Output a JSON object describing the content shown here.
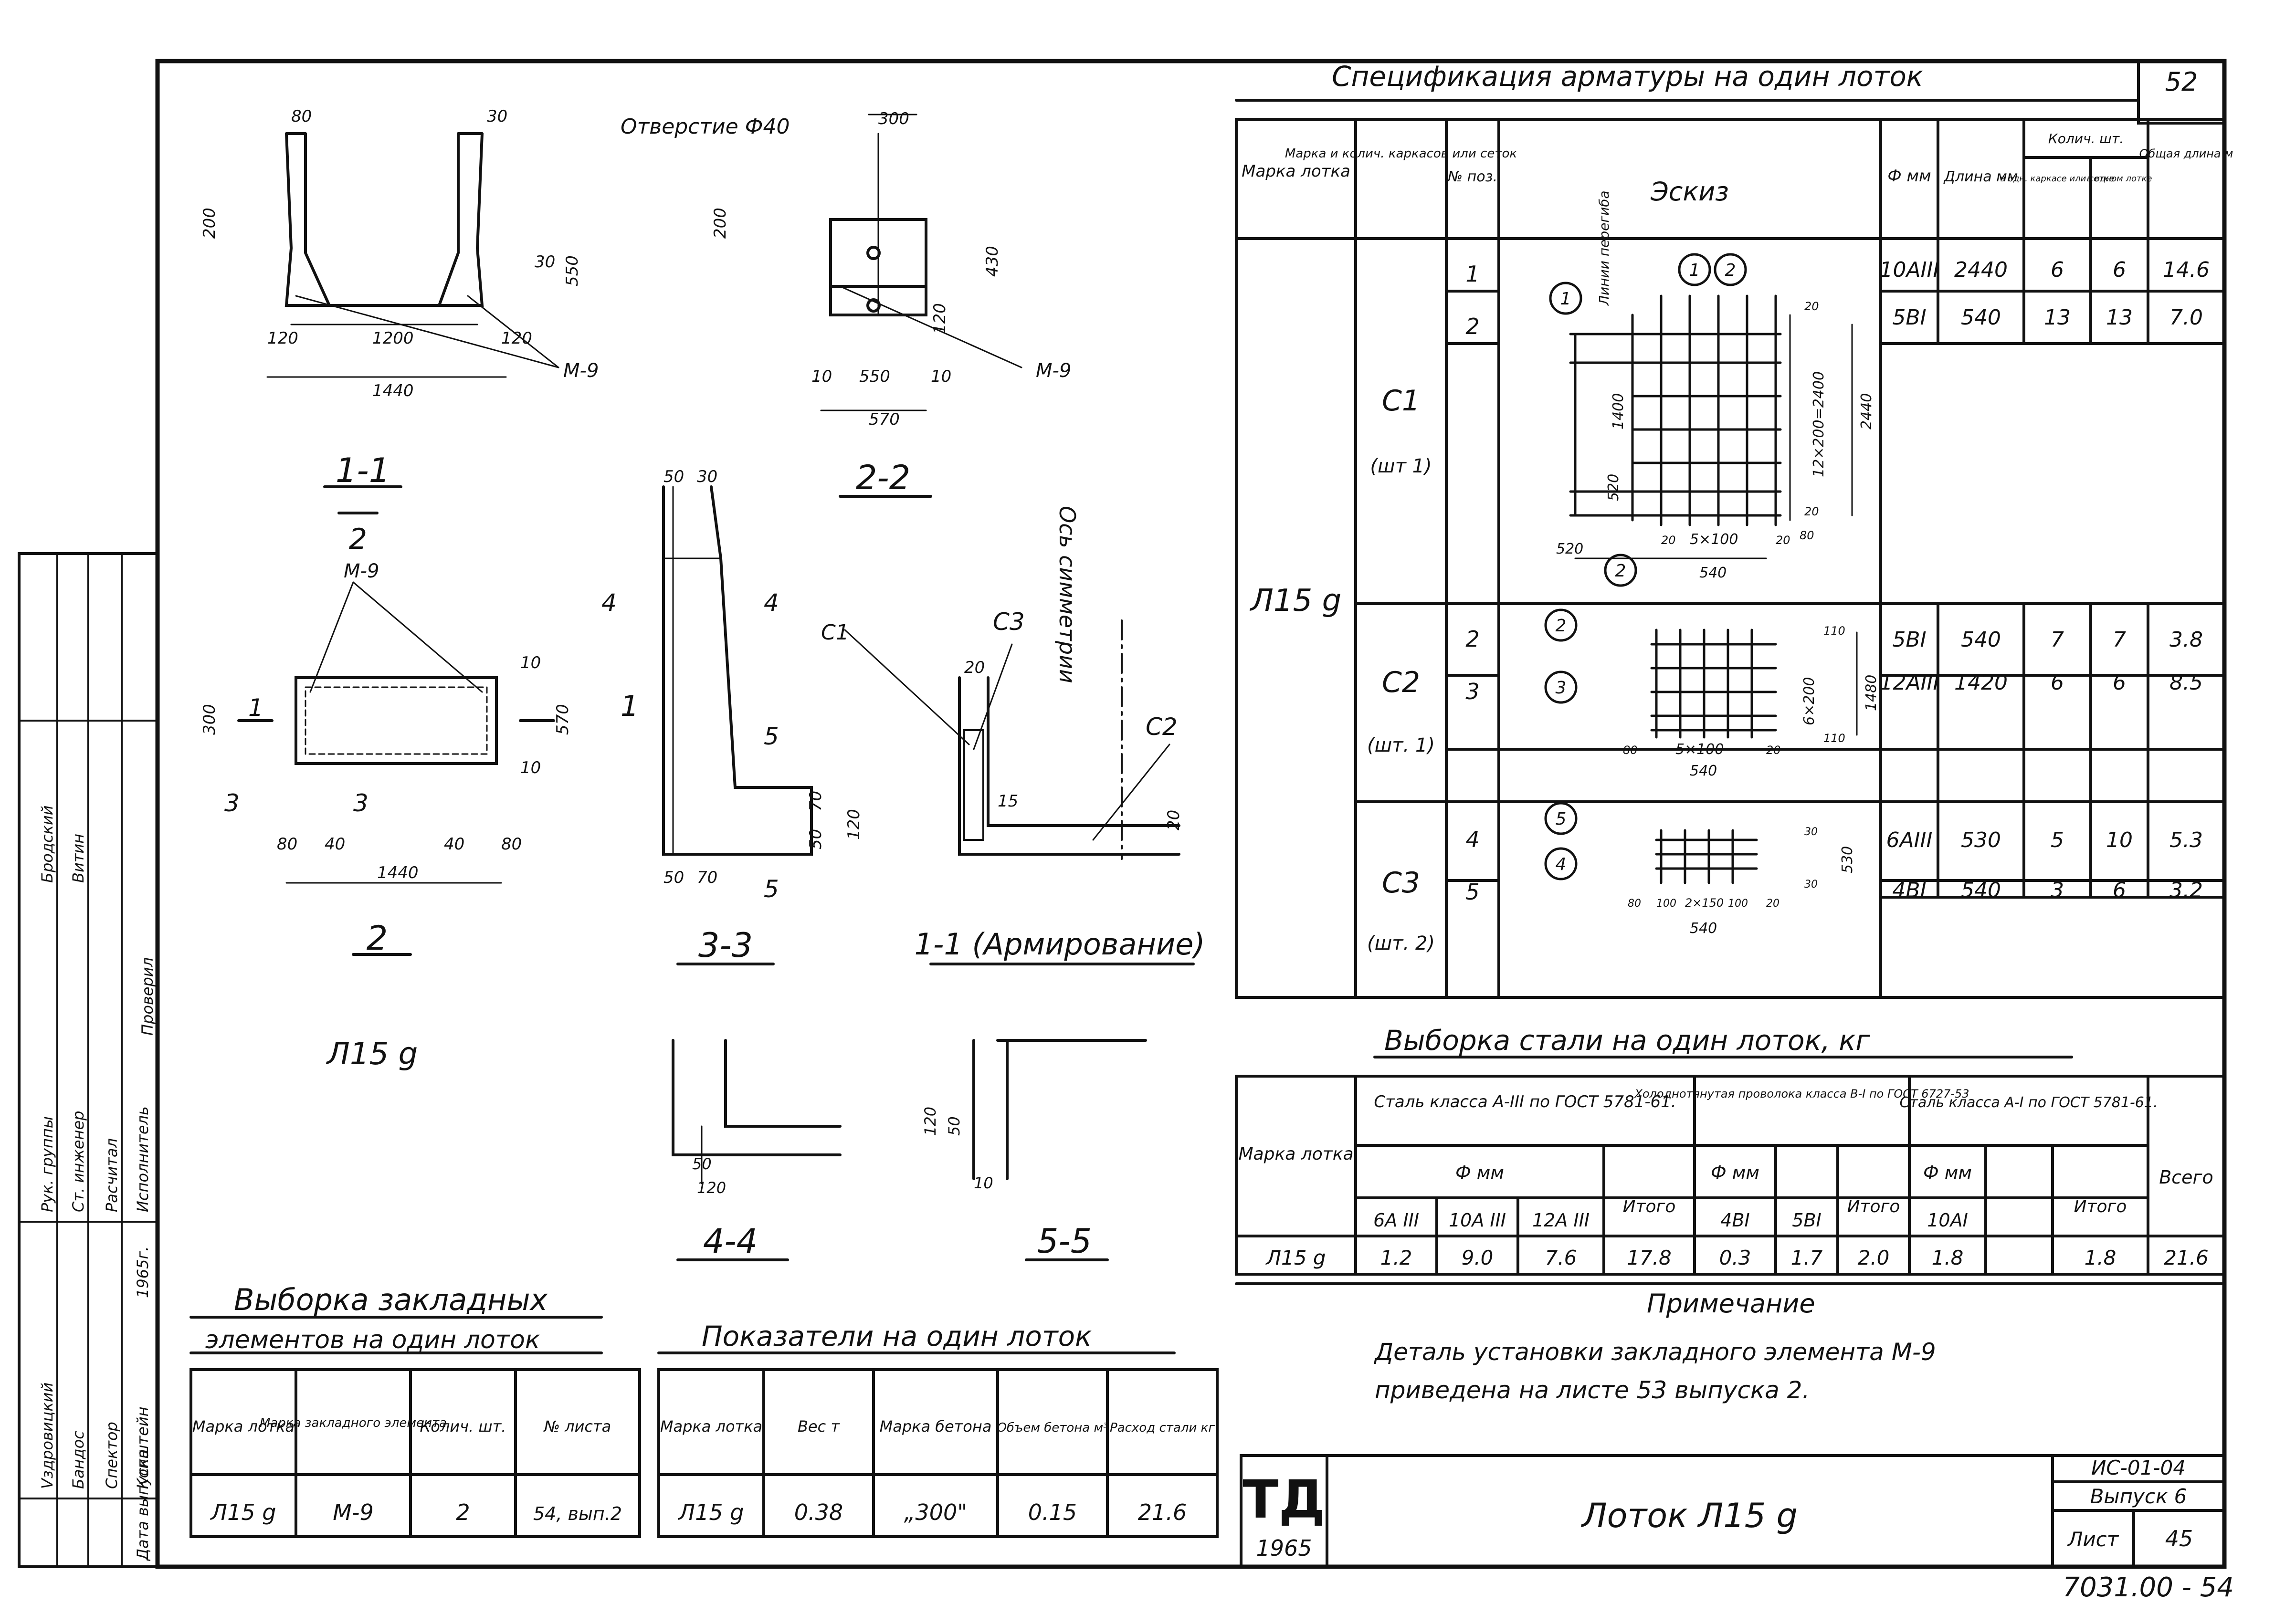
{
  "sheet": {
    "page_no": "52",
    "bottom_ref": "7031.00 - 54"
  },
  "spec_table": {
    "title": "Спецификация арматуры на один лоток",
    "headers": {
      "brand": "Марка лотка",
      "cage": "Марка и колич. каркасов или сеток",
      "pos": "№ поз.",
      "sketch": "Эскиз",
      "dia": "Ф мм",
      "len": "Длина мм",
      "qty": "Колич. шт.",
      "qty_one": "в одн. каркасе или сетке",
      "qty_all": "в одном лотке",
      "total_len": "Общая длина м"
    },
    "brand": "Л15 g",
    "rows": [
      {
        "cage": "С1",
        "cage_qty": "(шт 1)",
        "pos": "1",
        "dia": "10АIII",
        "len": "2440",
        "q1": "6",
        "q2": "6",
        "total": "14.6"
      },
      {
        "cage": "",
        "cage_qty": "",
        "pos": "2",
        "dia": "5ВI",
        "len": "540",
        "q1": "13",
        "q2": "13",
        "total": "7.0"
      },
      {
        "cage": "С2",
        "cage_qty": "(шт. 1)",
        "pos": "2",
        "dia": "5ВI",
        "len": "540",
        "q1": "7",
        "q2": "7",
        "total": "3.8"
      },
      {
        "cage": "",
        "cage_qty": "",
        "pos": "3",
        "dia": "12АIII",
        "len": "1420",
        "q1": "6",
        "q2": "6",
        "total": "8.5"
      },
      {
        "cage": "С3",
        "cage_qty": "(шт. 2)",
        "pos": "4",
        "dia": "6АIII",
        "len": "530",
        "q1": "5",
        "q2": "10",
        "total": "5.3"
      },
      {
        "cage": "",
        "cage_qty": "",
        "pos": "5",
        "dia": "4ВI",
        "len": "540",
        "q1": "3",
        "q2": "6",
        "total": "3.2"
      }
    ],
    "sketch_labels": {
      "s1_lines": "Линии перегиба",
      "s1_dims": [
        "1400",
        "520",
        "520",
        "5×100",
        "540",
        "12×200=2400",
        "2440",
        "20",
        "20",
        "20",
        "20",
        "80"
      ],
      "s2_dims": [
        "6×200",
        "1480",
        "5×100",
        "540",
        "110",
        "110",
        "80",
        "20"
      ],
      "s3_dims": [
        "2×150",
        "530",
        "540",
        "100",
        "100",
        "80",
        "30",
        "30",
        "20"
      ],
      "callouts": [
        "1",
        "2",
        "3",
        "4",
        "5"
      ]
    }
  },
  "steel_table": {
    "title": "Выборка стали на один лоток, кг",
    "h_brand": "Марка лотка",
    "g1": "Сталь класса А-III по ГОСТ 5781-61.",
    "g2": "Холоднотянутая проволока класса В-I по ГОСТ 6727-53",
    "g3": "Сталь класса А-I по ГОСТ 5781-61.",
    "dia_mm": "Ф мм",
    "total_word": "Итого",
    "grand_word": "Всего",
    "sub": [
      "6А III",
      "10А III",
      "12А III",
      "4ВI",
      "5ВI",
      "10АI"
    ],
    "row": [
      "Л15 g",
      "1.2",
      "9.0",
      "7.6",
      "17.8",
      "0.3",
      "1.7",
      "2.0",
      "1.8",
      "",
      "1.8",
      "21.6"
    ]
  },
  "note": {
    "title": "Примечание",
    "line1": "Деталь установки закладного элемента М-9",
    "line2": "приведена на листе 53 выпуска 2."
  },
  "embedded_table": {
    "title1": "Выборка закладных",
    "title2": "элементов на один лоток",
    "headers": [
      "Марка лотка",
      "Марка закладного элемента",
      "Колич. шт.",
      "№ листа"
    ],
    "row": [
      "Л15 g",
      "М-9",
      "2",
      "54, вып.2"
    ]
  },
  "indicators_table": {
    "title": "Показатели на один лоток",
    "headers": [
      "Марка лотка",
      "Вес т",
      "Марка бетона",
      "Объем бетона м³",
      "Расход стали кг"
    ],
    "row": [
      "Л15 g",
      "0.38",
      "„300\"",
      "0.15",
      "21.6"
    ]
  },
  "title_block": {
    "logo": "ТД",
    "year": "1965",
    "name": "Лоток Л15 g",
    "code": "ИС-01-04",
    "issue": "Выпуск 6",
    "sheet_label": "Лист",
    "sheet_no": "45"
  },
  "side_stamp": {
    "roles": [
      "Рук. группы",
      "Ст. инженер",
      "Расчитал",
      "Исполнитель",
      "Проверил",
      "Vздрoвицкий",
      "Бандос",
      "Спектор",
      "Копштейн"
    ],
    "names": [
      "Бродский",
      "Витин",
      "",
      "",
      "",
      "",
      "",
      "",
      ""
    ],
    "date_label": "Дата выпуска",
    "date": "1965г."
  },
  "drawings": {
    "s11": {
      "title": "1-1",
      "ref": "2",
      "dims": [
        "80",
        "30",
        "200",
        "550",
        "30",
        "1200",
        "120",
        "120",
        "1440"
      ],
      "lead": "М-9"
    },
    "s22": {
      "title": "2-2",
      "hole": "Отверстие Ф40",
      "dims": [
        "300",
        "200",
        "430",
        "120",
        "10",
        "550",
        "10",
        "570"
      ],
      "lead": "М-9"
    },
    "plan": {
      "title": "2",
      "name": "Л15 g",
      "dims": [
        "300",
        "570",
        "10",
        "10",
        "80",
        "40",
        "40",
        "80",
        "1440"
      ],
      "lead": "М-9",
      "cut_marks": [
        "1",
        "1",
        "3",
        "3",
        "4",
        "4",
        "5",
        "5"
      ]
    },
    "s33": {
      "title": "3-3",
      "dims": [
        "50",
        "30",
        "70",
        "50",
        "120",
        "50",
        "70"
      ]
    },
    "arm": {
      "title": "1-1 (Армирование)",
      "axis": "Ось симметрии",
      "labels": [
        "С1",
        "С3",
        "С2"
      ],
      "dims": [
        "20",
        "15",
        "20"
      ]
    },
    "s44": {
      "title": "4-4",
      "dims": [
        "50",
        "120"
      ]
    },
    "s55": {
      "title": "5-5",
      "dims": [
        "120",
        "50",
        "10"
      ]
    }
  }
}
